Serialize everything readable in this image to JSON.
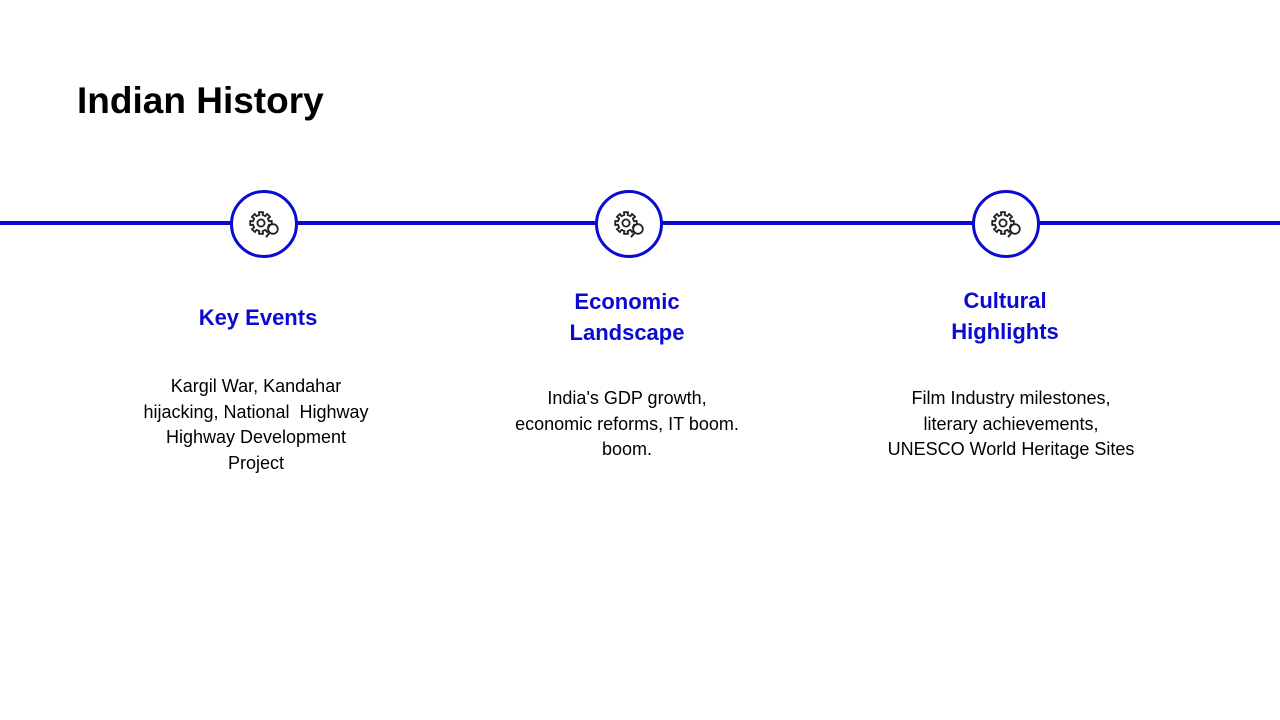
{
  "slide": {
    "title": "Indian History",
    "accent_color": "#0a0ad2",
    "icon": "gear-search-icon"
  },
  "milestones": [
    {
      "heading_lines": [
        "Key Events"
      ],
      "description_lines": [
        "Kargil War, Kandahar",
        "hijacking, National  Highway",
        "Highway Development",
        "Project"
      ]
    },
    {
      "heading_lines": [
        "Economic",
        "Landscape"
      ],
      "description_lines": [
        "India's GDP growth,",
        "economic reforms, IT boom.",
        "boom."
      ]
    },
    {
      "heading_lines": [
        "Cultural",
        "Highlights"
      ],
      "description_lines": [
        "Film Industry milestones,",
        "literary achievements,",
        "UNESCO World Heritage Sites"
      ]
    }
  ]
}
